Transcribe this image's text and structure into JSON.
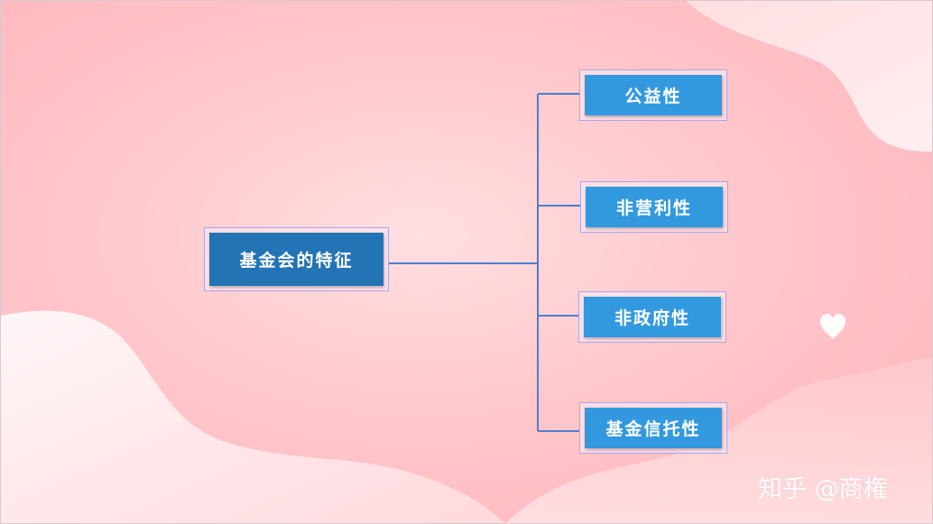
{
  "diagram": {
    "root": {
      "label": "基金会的特征"
    },
    "children": [
      {
        "label": "公益性"
      },
      {
        "label": "非营利性"
      },
      {
        "label": "非政府性"
      },
      {
        "label": "基金信托性"
      }
    ]
  },
  "watermark": {
    "text": "知乎 @商権"
  },
  "colors": {
    "root_fill": "#2374b4",
    "child_fill": "#3399de",
    "connector": "#4a7fd1",
    "node_border": "#a9a6e6",
    "background": "#ffc7cb"
  },
  "icons": {
    "decoration": "heart-icon"
  }
}
